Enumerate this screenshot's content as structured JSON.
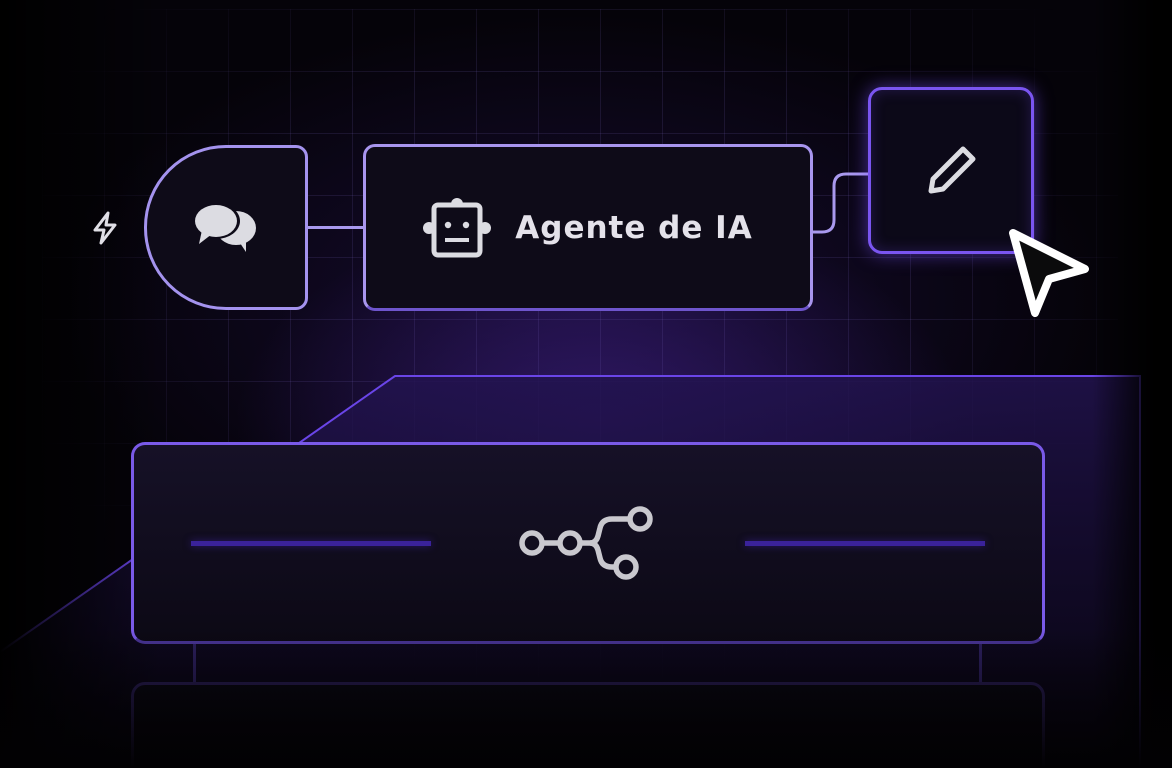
{
  "diagram": {
    "type": "workflow",
    "nodes": [
      {
        "id": "trigger",
        "icon": "lightning-icon",
        "label": ""
      },
      {
        "id": "chat",
        "icon": "chat-bubbles-icon",
        "label": ""
      },
      {
        "id": "agent",
        "icon": "robot-icon",
        "label": "Agente de IA"
      },
      {
        "id": "edit",
        "icon": "pencil-icon",
        "label": ""
      }
    ],
    "edges": [
      {
        "from": "trigger",
        "to": "chat"
      },
      {
        "from": "chat",
        "to": "agent"
      },
      {
        "from": "agent",
        "to": "edit"
      }
    ],
    "lower_panel": {
      "icon": "workflow-branch-icon"
    }
  },
  "colors": {
    "background": "#050309",
    "node_fill": "#0e0b18",
    "node_border_light": "#a493ee",
    "node_border_active": "#7a55f0",
    "panel_border": "#7a5ae8",
    "bar": "#3a229a",
    "icon": "#e0dfe6",
    "text": "#e4e2ea"
  }
}
